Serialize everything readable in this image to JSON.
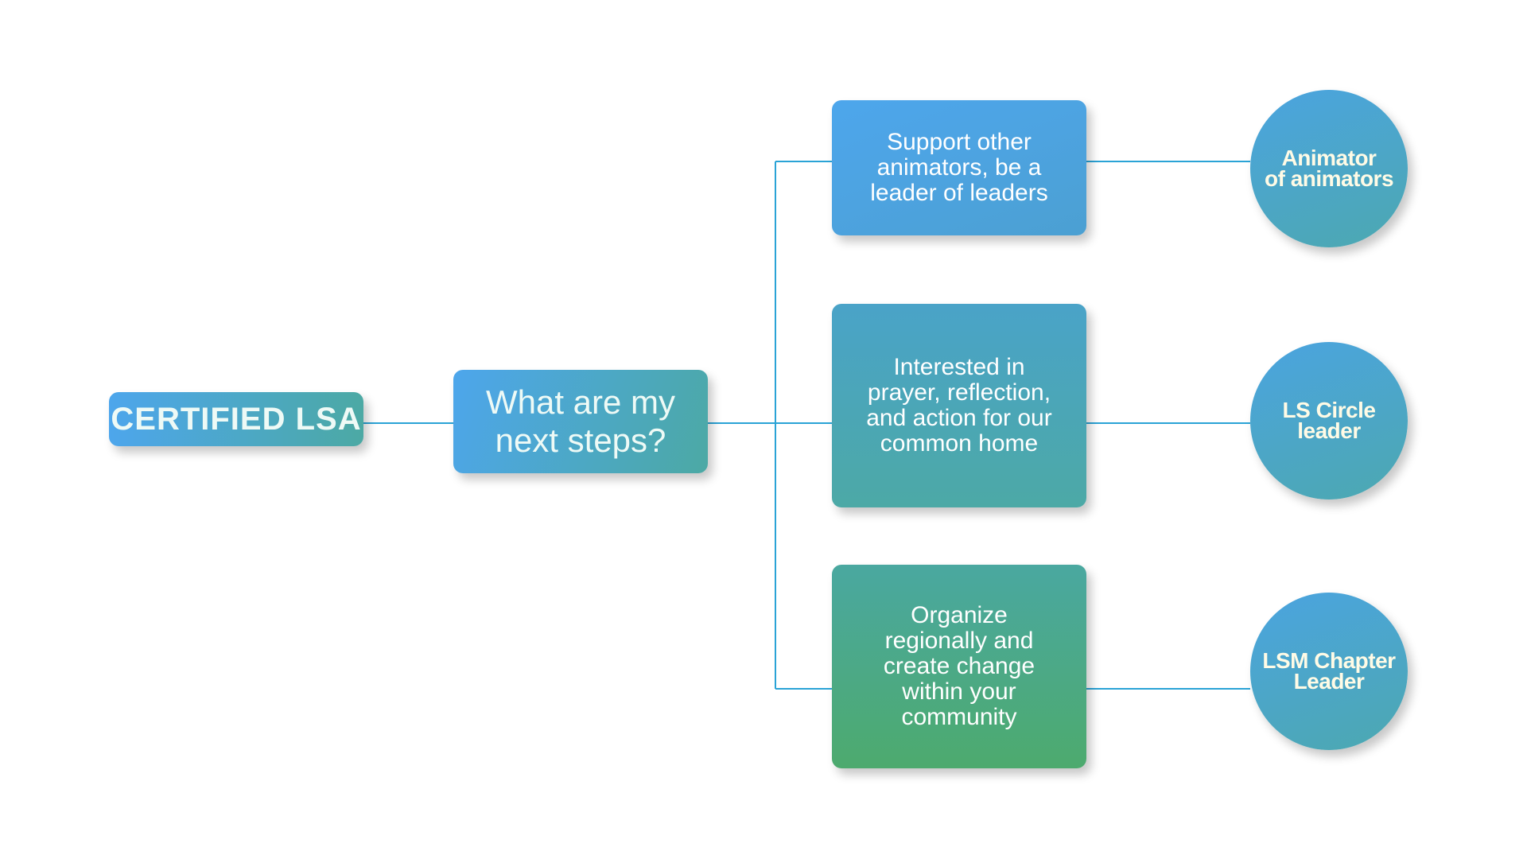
{
  "start": {
    "label": "CERTIFIED LSA"
  },
  "question": {
    "label": "What are my\nnext steps?"
  },
  "options": [
    {
      "label": "Support other\nanimators, be a\nleader of leaders"
    },
    {
      "label": "Interested in\nprayer, reflection,\nand action for our\ncommon home"
    },
    {
      "label": "Organize\nregionally and\ncreate change\nwithin your\ncommunity"
    }
  ],
  "roles": [
    {
      "label": "Animator\nof animators"
    },
    {
      "label": "LS Circle\nleader"
    },
    {
      "label": "LSM Chapter\nLeader"
    }
  ],
  "colors": {
    "connector": "#2aa3d6",
    "blue": "#4da6ec",
    "teal": "#4ca9a4",
    "green": "#4daa6e",
    "role_text": "#fffbe6"
  }
}
